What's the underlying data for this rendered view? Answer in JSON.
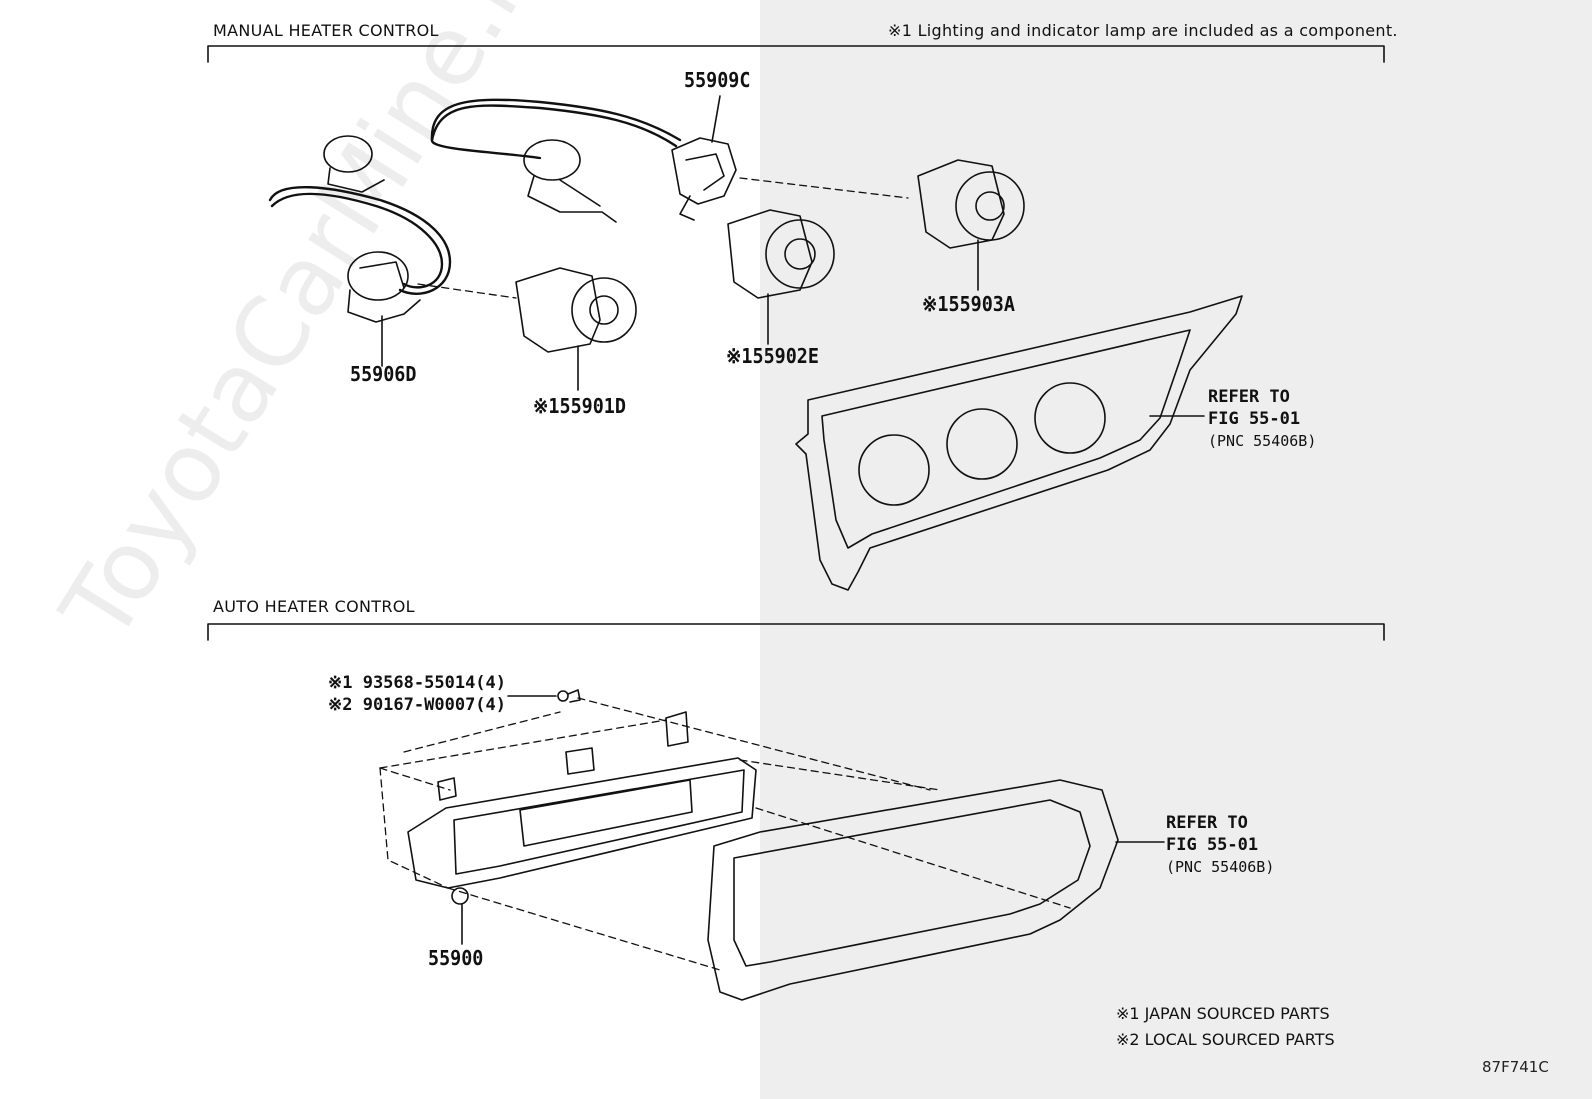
{
  "sections": {
    "manual": "MANUAL HEATER CONTROL",
    "auto": "AUTO HEATER CONTROL"
  },
  "note": "※1 Lighting and indicator lamp are included as a component.",
  "parts": {
    "p55909C": "55909C",
    "p55903A": "※155903A",
    "p55902E": "※155902E",
    "p55906D": "55906D",
    "p55901D": "※155901D",
    "p55900": "55900",
    "screw1": "※1 93568-55014(4)",
    "screw2": "※2 90167-W0007(4)"
  },
  "refer_manual": {
    "line1": "REFER TO",
    "line2": "FIG 55-01",
    "line3": "(PNC 55406B)"
  },
  "refer_auto": {
    "line1": "REFER TO",
    "line2": "FIG 55-01",
    "line3": "(PNC 55406B)"
  },
  "legend": {
    "item1": "※1 JAPAN SOURCED PARTS",
    "item2": "※2 LOCAL SOURCED PARTS"
  },
  "figure_code": "87F741C",
  "watermark": "ToyotaCarMine.ru"
}
